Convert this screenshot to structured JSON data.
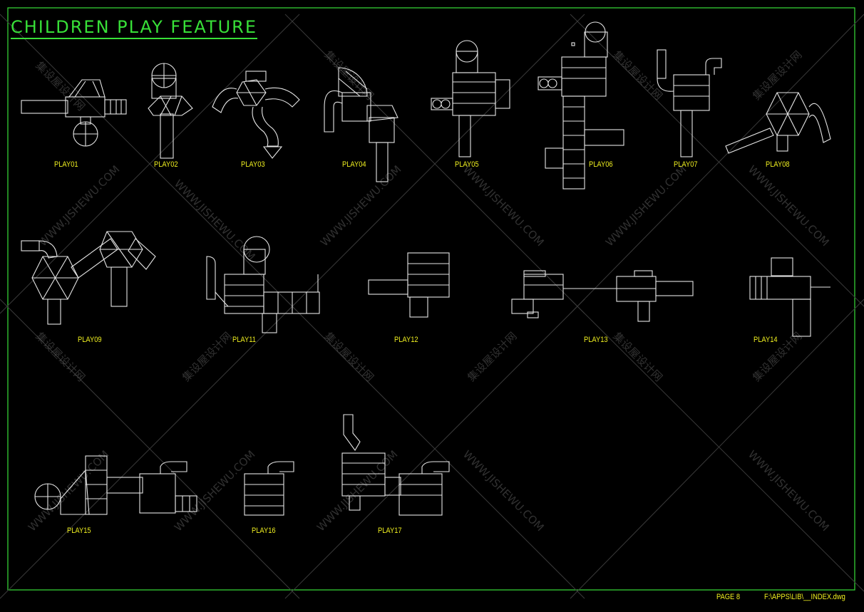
{
  "title": "CHILDREN PLAY FEATURE",
  "items": [
    {
      "label": "PLAY01"
    },
    {
      "label": "PLAY02"
    },
    {
      "label": "PLAY03"
    },
    {
      "label": "PLAY04"
    },
    {
      "label": "PLAY05"
    },
    {
      "label": "PLAY06"
    },
    {
      "label": "PLAY07"
    },
    {
      "label": "PLAY08"
    },
    {
      "label": "PLAY09"
    },
    {
      "label": "PLAY11"
    },
    {
      "label": "PLAY12"
    },
    {
      "label": "PLAY13"
    },
    {
      "label": "PLAY14"
    },
    {
      "label": "PLAY15"
    },
    {
      "label": "PLAY16"
    },
    {
      "label": "PLAY17"
    }
  ],
  "footer": {
    "page": "PAGE 8",
    "path": "F:\\APPS\\LIB\\__INDEX.dwg"
  },
  "watermark": {
    "cn": "集设屋设计网",
    "en": "WWW.JISHEWU.COM"
  },
  "colors": {
    "frame": "#38e038",
    "label": "#f0f020",
    "linework": "#e6e6e6",
    "watermark": "#5a5a5a"
  }
}
